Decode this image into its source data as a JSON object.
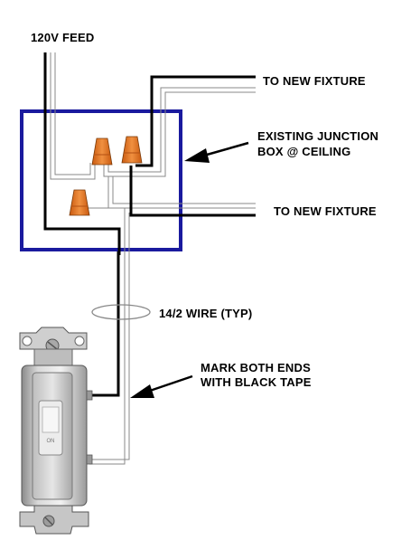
{
  "labels": {
    "feed": "120V FEED",
    "fixture_top": "TO NEW FIXTURE",
    "fixture_bottom": "TO NEW FIXTURE",
    "junction_line1": "EXISTING JUNCTION",
    "junction_line2": "BOX @ CEILING",
    "wire": "14/2 WIRE (TYP)",
    "mark_line1": "MARK BOTH ENDS",
    "mark_line2": "WITH BLACK TAPE",
    "switch_text": "ON"
  },
  "colors": {
    "box_outline": "#1a1a9e",
    "hot_wire": "#000000",
    "neutral_wire": "#ffffff",
    "wire_nut": "#e8751a",
    "switch_body": "#d6d6d6"
  },
  "icons": [
    "wire-nut-icon",
    "light-switch-icon",
    "pointer-arrow-icon"
  ]
}
